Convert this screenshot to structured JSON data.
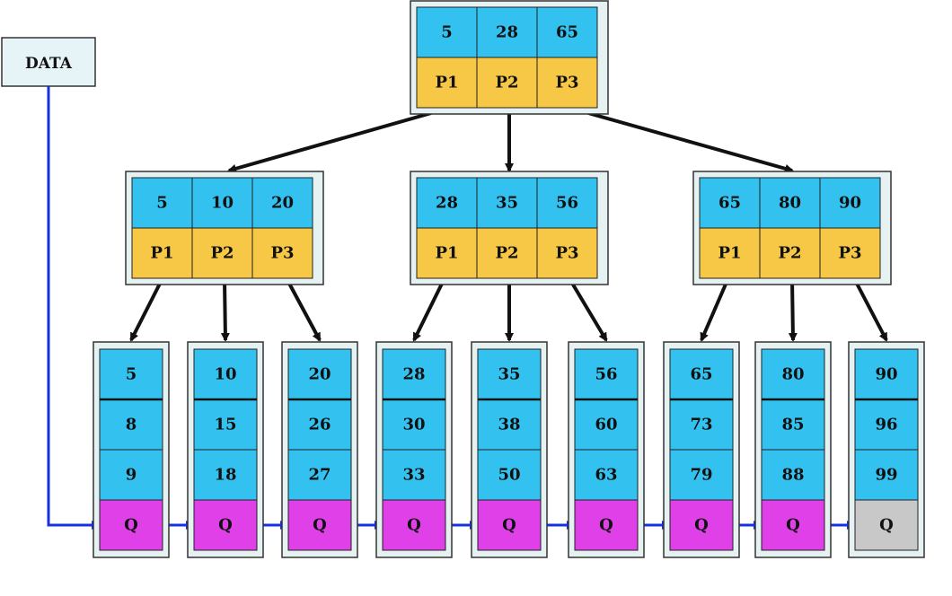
{
  "data_label": "DATA",
  "colors": {
    "key_cell": "#33c2f0",
    "pointer_cell": "#f7c746",
    "leaf_pointer": "#e040e8",
    "leaf_pointer_end": "#c8c8c8",
    "outer_fill": "#e6f2f2",
    "outer_stroke": "#333333",
    "tree_arrow": "#111111",
    "link_arrow": "#1530e0"
  },
  "root": {
    "keys": [
      "5",
      "28",
      "65"
    ],
    "pointers": [
      "P1",
      "P2",
      "P3"
    ]
  },
  "internal_nodes": [
    {
      "keys": [
        "5",
        "10",
        "20"
      ],
      "pointers": [
        "P1",
        "P2",
        "P3"
      ]
    },
    {
      "keys": [
        "28",
        "35",
        "56"
      ],
      "pointers": [
        "P1",
        "P2",
        "P3"
      ]
    },
    {
      "keys": [
        "65",
        "80",
        "90"
      ],
      "pointers": [
        "P1",
        "P2",
        "P3"
      ]
    }
  ],
  "leaves": [
    {
      "keys": [
        "5",
        "8",
        "9"
      ],
      "pointer": "Q"
    },
    {
      "keys": [
        "10",
        "15",
        "18"
      ],
      "pointer": "Q"
    },
    {
      "keys": [
        "20",
        "26",
        "27"
      ],
      "pointer": "Q"
    },
    {
      "keys": [
        "28",
        "30",
        "33"
      ],
      "pointer": "Q"
    },
    {
      "keys": [
        "35",
        "38",
        "50"
      ],
      "pointer": "Q"
    },
    {
      "keys": [
        "56",
        "60",
        "63"
      ],
      "pointer": "Q"
    },
    {
      "keys": [
        "65",
        "73",
        "79"
      ],
      "pointer": "Q"
    },
    {
      "keys": [
        "80",
        "85",
        "88"
      ],
      "pointer": "Q"
    },
    {
      "keys": [
        "90",
        "96",
        "99"
      ],
      "pointer": "Q"
    }
  ]
}
